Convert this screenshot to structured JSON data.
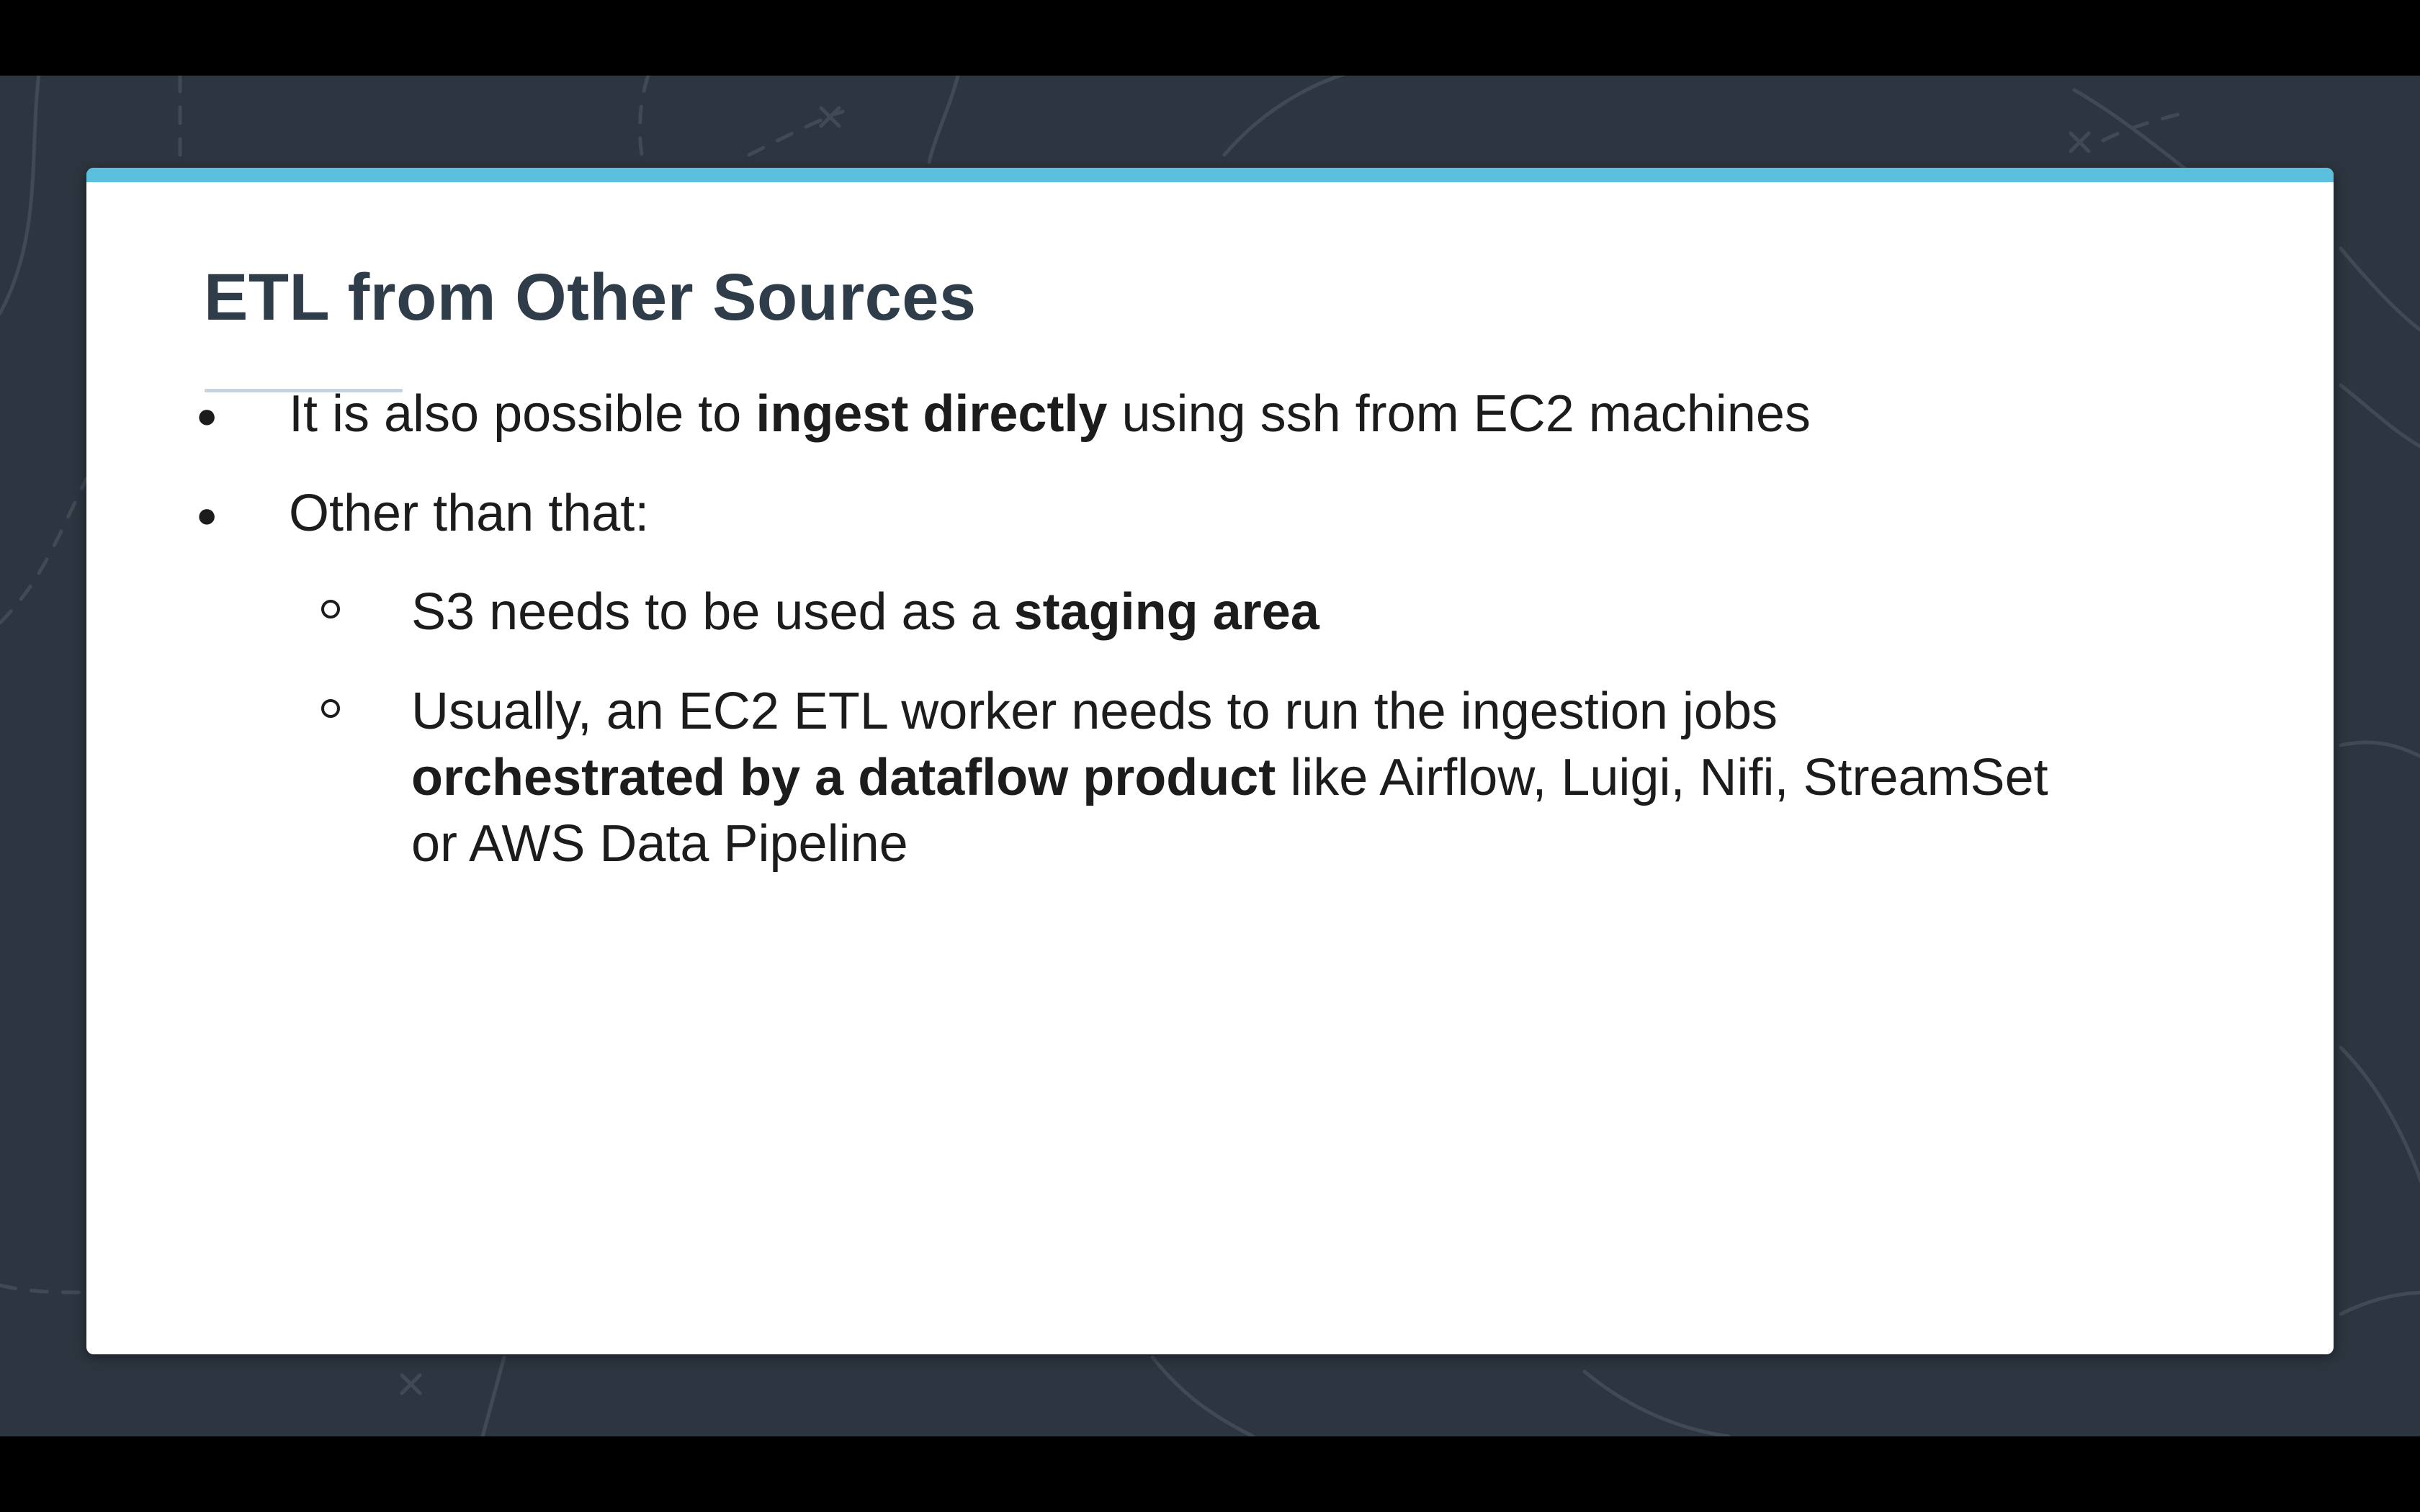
{
  "slide": {
    "title": "ETL from Other Sources",
    "bullets": [
      {
        "before": "It is also possible to ",
        "bold": "ingest directly",
        "after": " using ssh from EC2 machines"
      },
      {
        "text": "Other than that:"
      }
    ],
    "sub_bullets": [
      {
        "before": "S3 needs to be used as a ",
        "bold": "staging area"
      },
      {
        "line1": "Usually, an EC2 ETL worker needs to run the ingestion jobs",
        "line2_bold": "orchestrated by a dataflow product",
        "line2_rest": " like Airflow, Luigi, Nifi, StreamSet",
        "line3": "or AWS Data Pipeline"
      }
    ]
  },
  "colors": {
    "background": "#2d3640",
    "accent": "#5bc0de",
    "title": "#2e3d49",
    "text": "#1c1c1c"
  }
}
